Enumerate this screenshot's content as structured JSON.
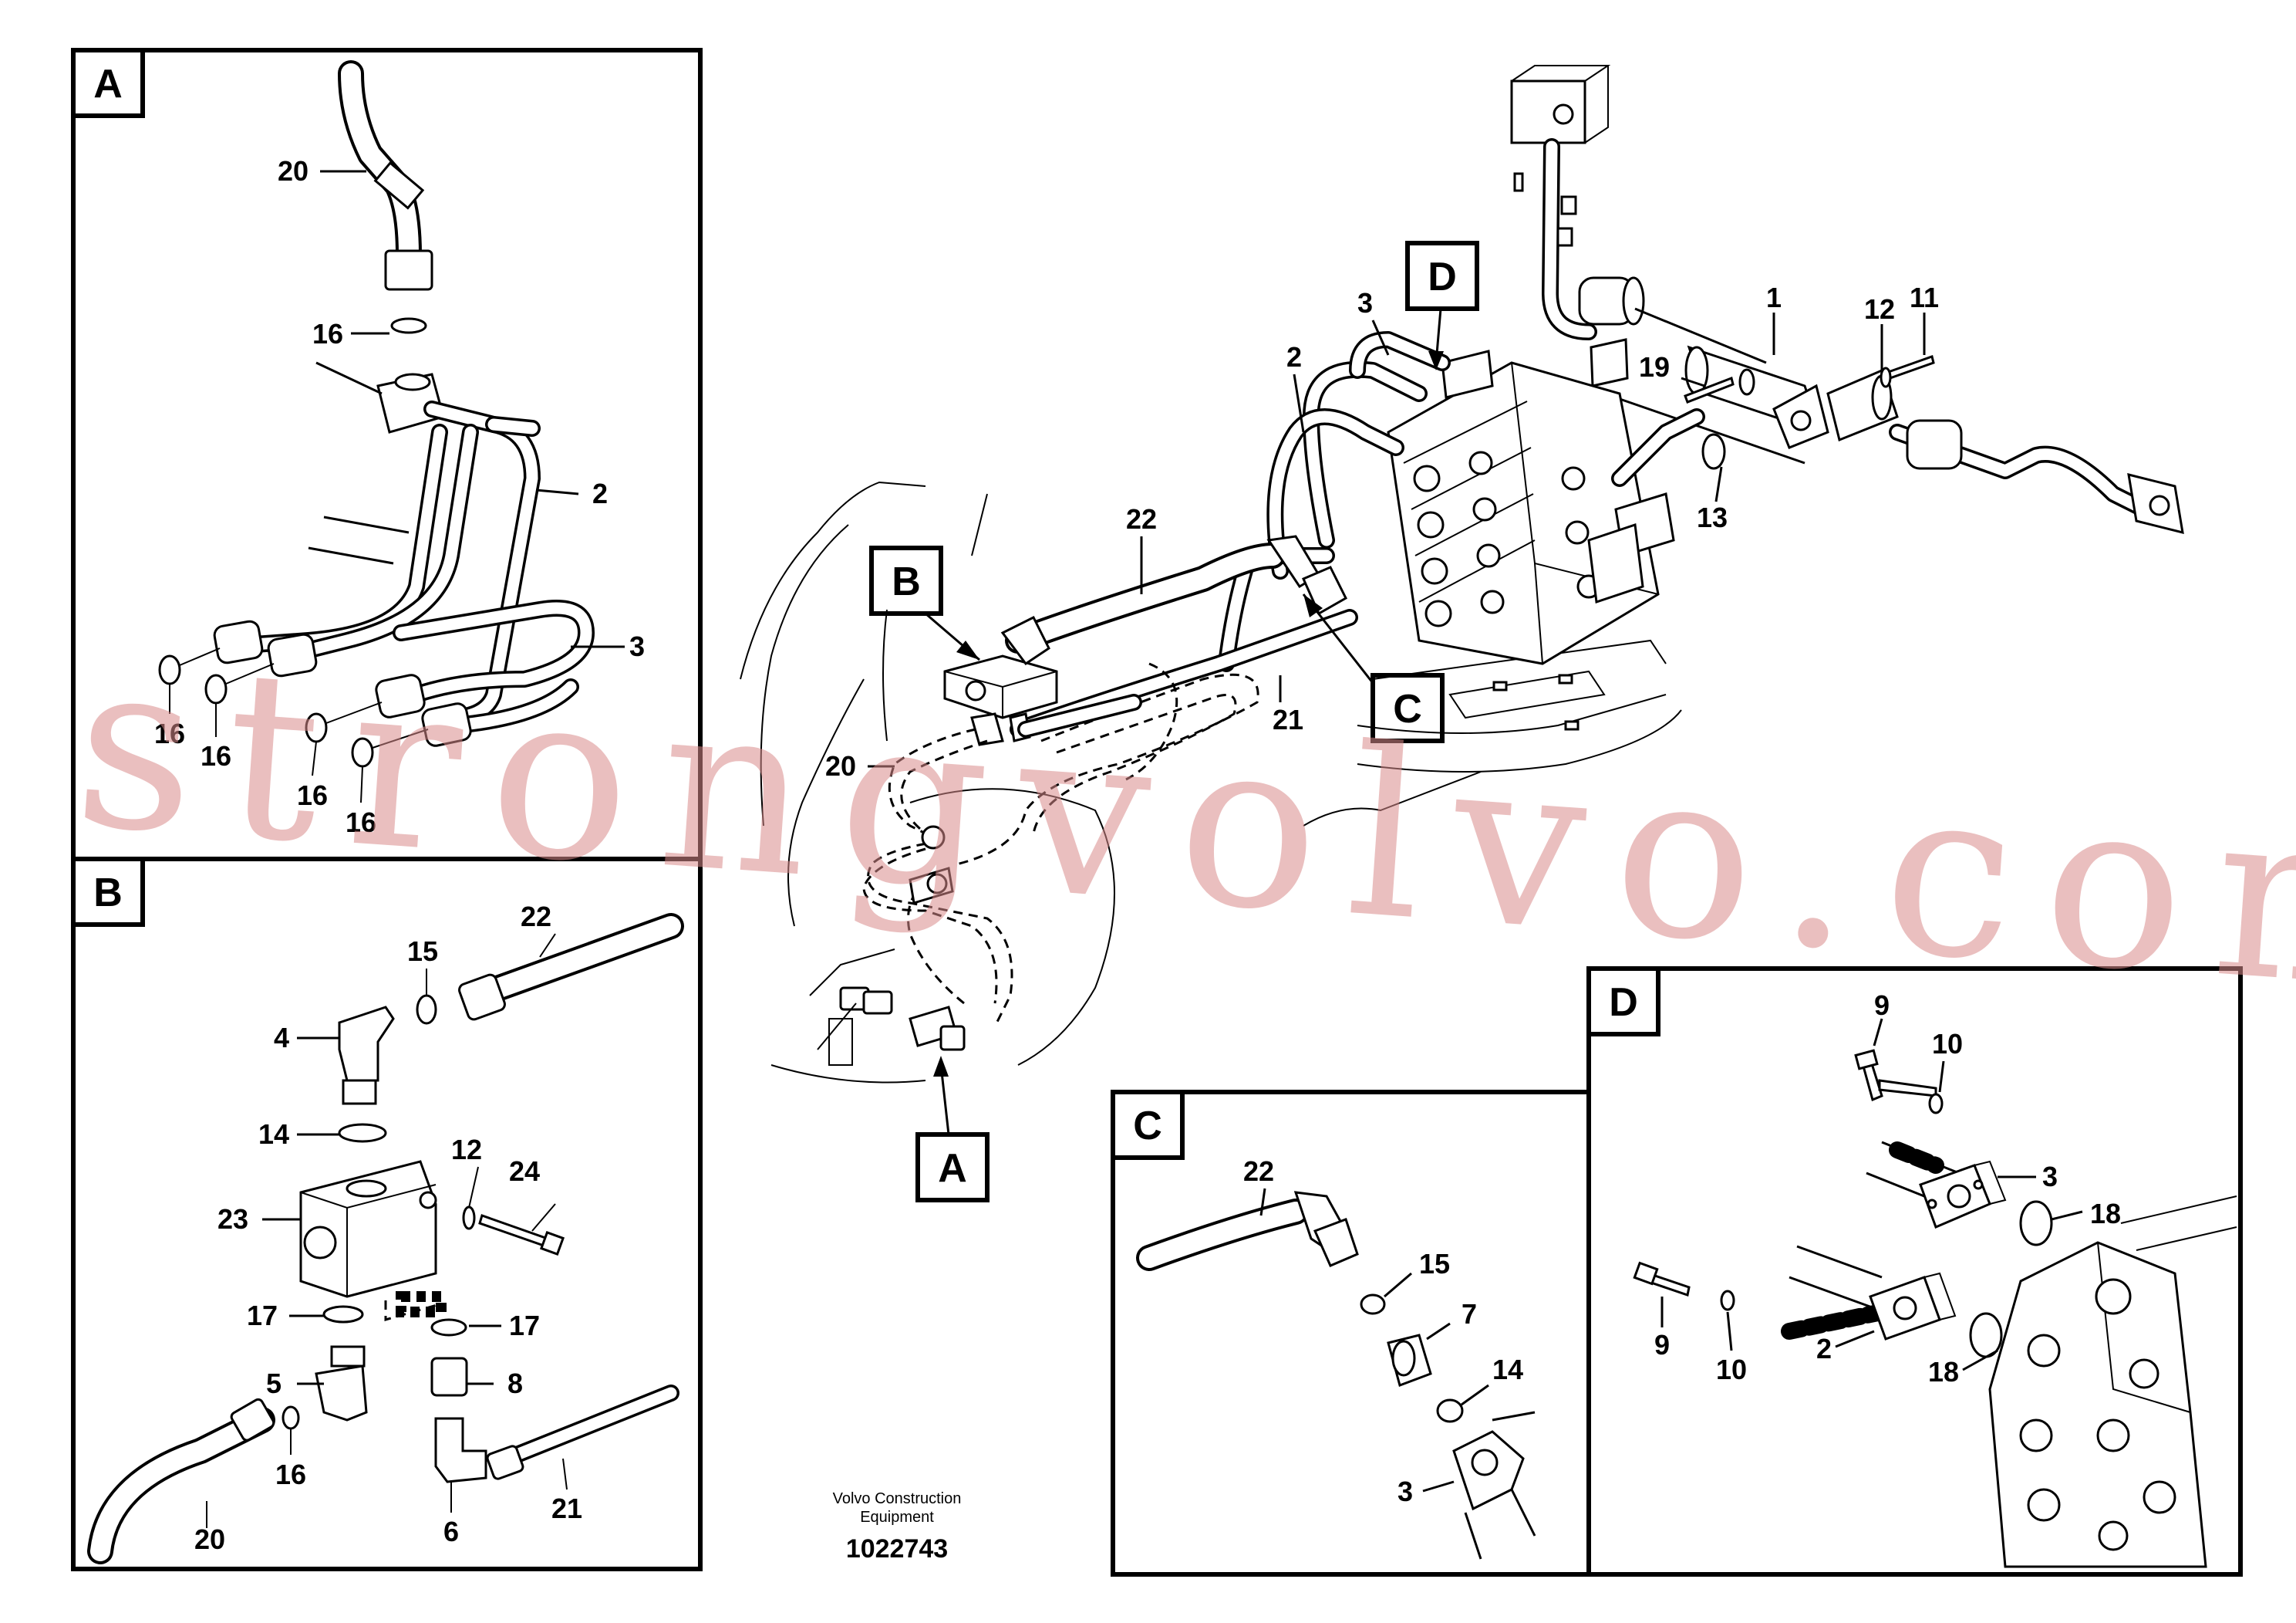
{
  "watermark": "strongvolvo.com",
  "footer": {
    "brand_line1": "Volvo Construction",
    "brand_line2": "Equipment",
    "drawing_number": "1022743"
  },
  "main_view": {
    "callouts": {
      "A": "A",
      "B": "B",
      "C": "C",
      "D": "D"
    },
    "labels": {
      "l1": "1",
      "l2": "2",
      "l3": "3",
      "l11": "11",
      "l12": "12",
      "l13": "13",
      "l19": "19",
      "l20": "20",
      "l21": "21",
      "l22": "22"
    }
  },
  "detail_a": {
    "tag": "A",
    "labels": {
      "l20": "20",
      "l16a": "16",
      "l2": "2",
      "l3": "3",
      "l16b": "16",
      "l16c": "16",
      "l16d": "16",
      "l16e": "16"
    }
  },
  "detail_b": {
    "tag": "B",
    "labels": {
      "l15": "15",
      "l22": "22",
      "l4": "4",
      "l14": "14",
      "l12": "12",
      "l24": "24",
      "l23": "23",
      "l17a": "17",
      "l17b": "17",
      "l5": "5",
      "l8": "8",
      "l16": "16",
      "l20": "20",
      "l6": "6",
      "l21": "21"
    }
  },
  "detail_c": {
    "tag": "C",
    "labels": {
      "l22": "22",
      "l15": "15",
      "l7": "7",
      "l14": "14",
      "l3": "3"
    }
  },
  "detail_d": {
    "tag": "D",
    "labels": {
      "l9a": "9",
      "l10a": "10",
      "l3": "3",
      "l18a": "18",
      "l9b": "9",
      "l10b": "10",
      "l2": "2",
      "l18b": "18"
    }
  }
}
